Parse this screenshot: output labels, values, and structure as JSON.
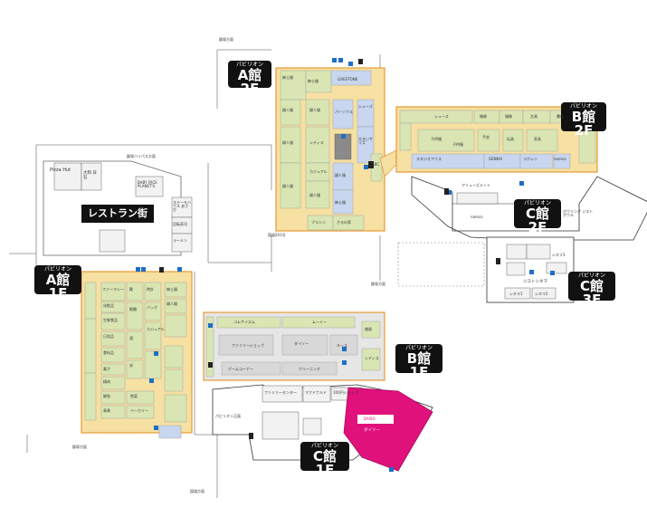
{
  "colors": {
    "shop_green": "#d9e6b4",
    "corridor_yellow": "#f6e0a2",
    "floor_outline": "#e79b36",
    "service_blue": "#c8d6ef",
    "daiso_magenta": "#e0117b",
    "gray_area": "#d8d8d8",
    "badge_black": "#111111",
    "icon_blue": "#1d6fc4"
  },
  "restaurant_street": {
    "label": "レストラン街",
    "shops": [
      "Pizza Hut",
      "大和 日石",
      "BABY FACE PLANET'S",
      "ステーキハウス あさひ",
      "回転寿司",
      "ラーメン"
    ]
  },
  "pavilions": [
    {
      "id": "a2f",
      "category": "パビリオン",
      "floor": "A館 2F"
    },
    {
      "id": "b2f",
      "category": "パビリオン",
      "floor": "B館 2F"
    },
    {
      "id": "c2f",
      "category": "パビリオン",
      "floor": "C館 2F"
    },
    {
      "id": "c3f",
      "category": "パビリオン",
      "floor": "C館 3F"
    },
    {
      "id": "a1f",
      "category": "パビリオン",
      "floor": "A館 1F"
    },
    {
      "id": "b1f",
      "category": "パビリオン",
      "floor": "B館 1F"
    },
    {
      "id": "c1f",
      "category": "パビリオン",
      "floor": "C館 1F"
    }
  ],
  "a2f": {
    "shops": [
      "紳士服",
      "LIVESTONE",
      "紳士服",
      "婦人服",
      "婦人服",
      "婦人服",
      "レディス",
      "婦人服",
      "カジュアル",
      "婦人服",
      "パーソナル",
      "婦人服",
      "紳士服",
      "大きいサイズ",
      "ブランン",
      "さるの家",
      "シューズ",
      "ABC"
    ]
  },
  "b2f": {
    "shops": [
      "シューズ",
      "雑貨",
      "服飾",
      "文具",
      "書店",
      "子供服",
      "手芸",
      "子供服",
      "玩具",
      "家具",
      "スタジオアリス",
      "GENKAI",
      "コクシン",
      "namco"
    ]
  },
  "c2f": {
    "shops": [
      "アミューズメント",
      "namco",
      "ボウリング ジストボウル"
    ]
  },
  "c3f": {
    "shops": [
      "ジストシネマ",
      "シネマ1",
      "シネマ2",
      "シネマ3"
    ]
  },
  "a1f": {
    "shops": [
      "ファーマシー",
      "化粧品",
      "靴",
      "生鮮食品",
      "日用品",
      "眼鏡",
      "時計",
      "食料品",
      "バッグ",
      "カジュアル",
      "紳士服",
      "婦人服",
      "菓子",
      "精肉",
      "鮮魚",
      "青果",
      "惣菜",
      "ベーカリー",
      "酒",
      "米"
    ]
  },
  "b1f": {
    "shops": [
      "コムサイズム",
      "ムーミー",
      "ファミリーショップ",
      "ゲームコーナー",
      "ダイソー",
      "クリーニング",
      "キッズ",
      "雑貨",
      "レディス"
    ]
  },
  "c1f": {
    "shops": [
      "ダイソー",
      "DAISO",
      "パビリオン正面",
      "ファミリーセンター",
      "マクドナルド",
      "100円ショップ"
    ]
  },
  "streets": [
    {
      "name": "飯塚バイパス方面"
    },
    {
      "name": "飯塚方面"
    },
    {
      "name": "国道201号"
    },
    {
      "name": "飯塚方面"
    },
    {
      "name": "飯塚方面"
    },
    {
      "name": "国道方面"
    }
  ]
}
